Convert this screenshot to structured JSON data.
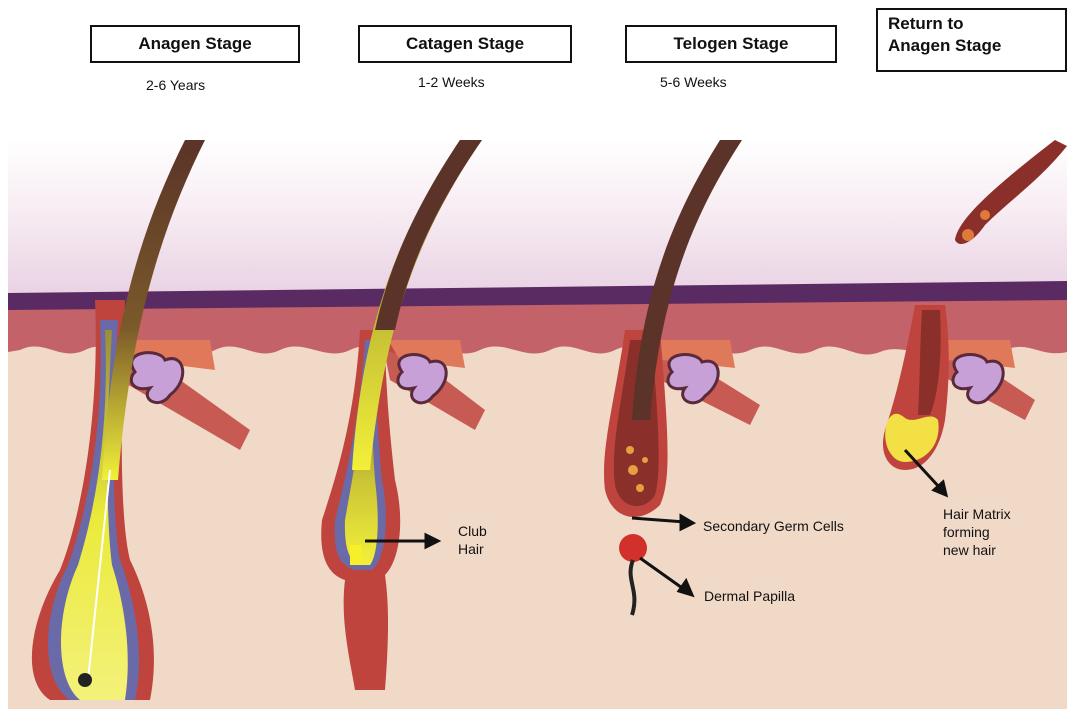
{
  "stages": [
    {
      "title": "Anagen Stage",
      "duration": "2-6 Years"
    },
    {
      "title": "Catagen Stage",
      "duration": "1-2 Weeks"
    },
    {
      "title": "Telogen Stage",
      "duration": "5-6 Weeks"
    },
    {
      "title_lines": [
        "Return to",
        "Anagen Stage"
      ]
    }
  ],
  "labels": {
    "club_hair": [
      "Club",
      "Hair"
    ],
    "secondary_germ_cells": "Secondary Germ Cells",
    "dermal_papilla": "Dermal Papilla",
    "hair_matrix": [
      "Hair Matrix",
      "forming",
      "new hair"
    ]
  },
  "colors": {
    "skin": "#f1d9c8",
    "epidermis": "#5a2a63",
    "dermis_band": "#b6525c",
    "hair_shaft": "#5b3328",
    "follicle_outer": "#c0443e",
    "follicle_inner": "#e6e93a",
    "gland": "#c8a0d8"
  }
}
